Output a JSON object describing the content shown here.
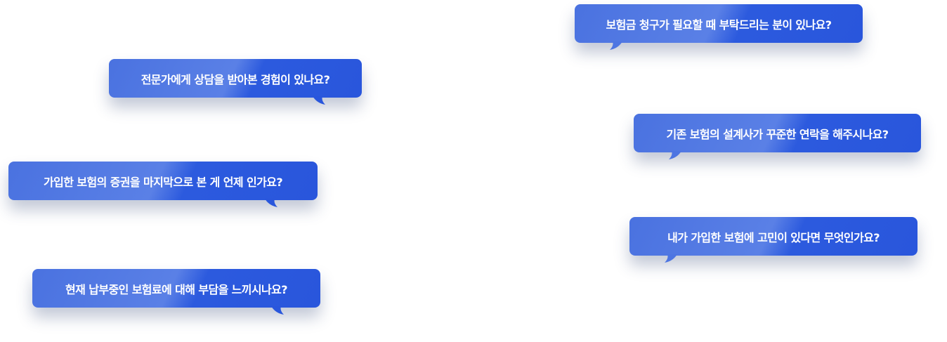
{
  "questions": [
    "보험금 청구가 필요할 때 부탁드리는 분이 있나요?",
    "전문가에게 상담을 받아본 경험이 있나요?",
    "기존 보험의 설계사가 꾸준한 연락을 해주시나요?",
    "가입한 보험의 증권을 마지막으로 본 게 언제 인가요?",
    "내가 가입한 보험에 고민이 있다면 무엇인가요?",
    "현재 납부중인 보험료에 대해 부담을 느끼시나요?"
  ],
  "colors": {
    "bubble_light": "#5a80e6",
    "bubble_dark": "#2956dc"
  }
}
